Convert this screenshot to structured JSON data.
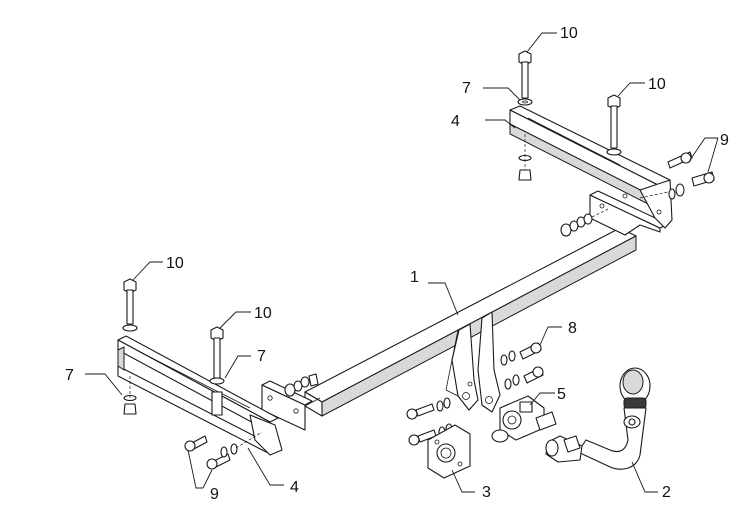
{
  "callouts": {
    "c1": "1",
    "c2": "2",
    "c3": "3",
    "c4a": "4",
    "c4b": "4",
    "c5": "5",
    "c7a": "7",
    "c7b": "7",
    "c7c": "7",
    "c8": "8",
    "c9a": "9",
    "c9b": "9",
    "c10a": "10",
    "c10b": "10",
    "c10c": "10",
    "c10d": "10"
  }
}
